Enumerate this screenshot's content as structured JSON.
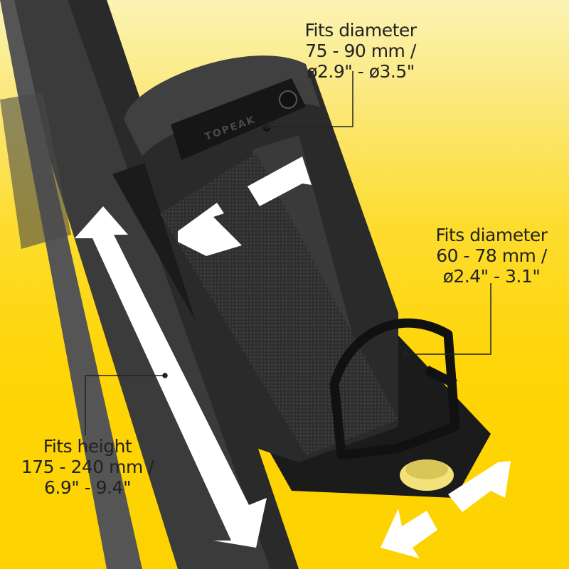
{
  "brand": {
    "logo_text": "TOPEAK"
  },
  "callouts": {
    "top": {
      "line1": "Fits diameter",
      "line2": "75 - 90 mm /",
      "line3": "ø2.9\" - ø3.5\""
    },
    "middle": {
      "line1": "Fits diameter",
      "line2": "60 - 78 mm /",
      "line3": "ø2.4\" - 3.1\""
    },
    "bottom": {
      "line1": "Fits height",
      "line2": "175 - 240 mm /",
      "line3": "6.9\" - 9.4\""
    }
  },
  "colors": {
    "background_top": "#fbf3b4",
    "background_bottom": "#fdd200",
    "frame_tube": "#3a3a3a",
    "product_body": "#2b2b2b",
    "arrow": "#ffffff",
    "text": "#222222",
    "cap_accent": "#f3e27a"
  }
}
